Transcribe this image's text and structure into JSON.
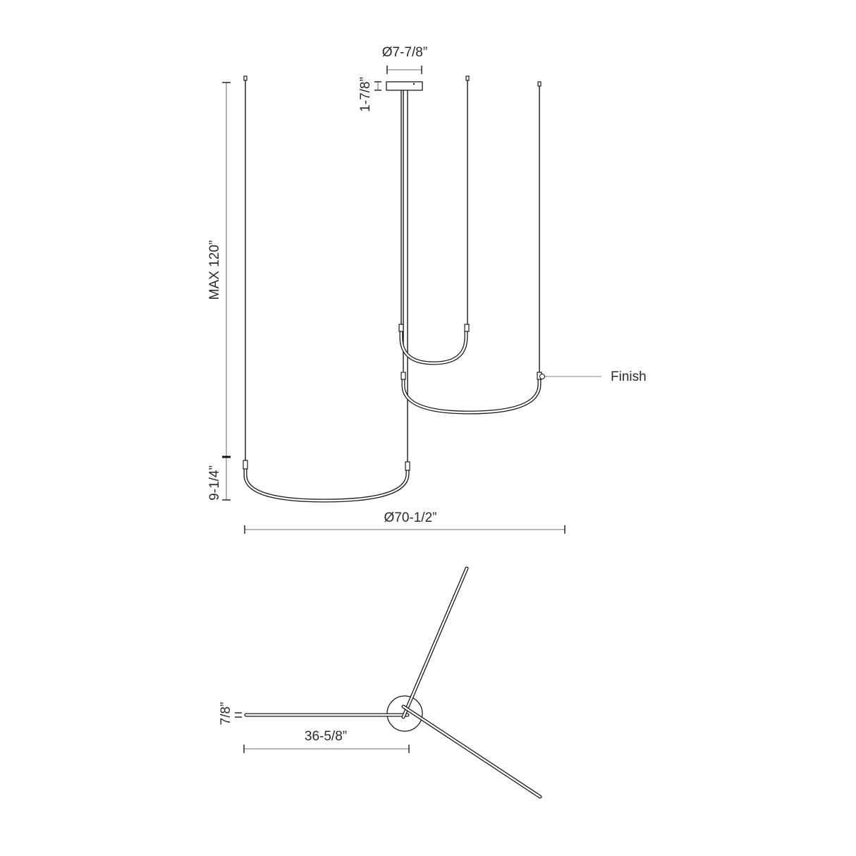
{
  "title": "Pendant light fixture dimension drawing",
  "elevation_view": {
    "canopy": {
      "diameter_label": "Ø7-7/8”",
      "height_label": "1-7/8”"
    },
    "overall_height_label": "MAX 120”",
    "ring_drop_label": "9-1/4”",
    "overall_width_label": "Ø70-1/2”",
    "callout": {
      "label": "Finish"
    },
    "rings": [
      {
        "name": "small-ring"
      },
      {
        "name": "medium-ring"
      },
      {
        "name": "large-ring"
      }
    ]
  },
  "plan_view": {
    "arm_thickness_label": "7/8”",
    "arm_length_label": "36-5/8”",
    "arms": [
      {
        "name": "arm-left"
      },
      {
        "name": "arm-upper-right"
      },
      {
        "name": "arm-lower-right"
      }
    ]
  },
  "colors": {
    "line": "#1a1a1a",
    "dimension": "#8a8a8a",
    "text": "#2a2a2a",
    "background": "#ffffff"
  }
}
